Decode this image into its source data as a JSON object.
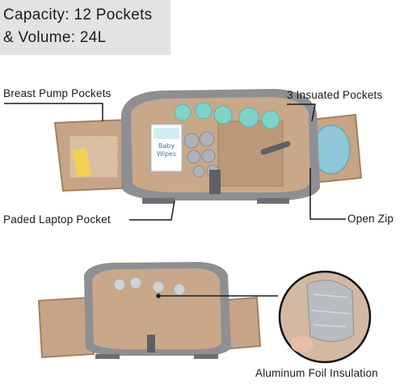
{
  "header": {
    "line1": "Capacity: 12 Pockets",
    "line2": "& Volume: 24L"
  },
  "labels": {
    "breast_pump": "Breast Pump Pockets",
    "insulated": "3 Insuated Pockets",
    "laptop": "Paded Laptop Pocket",
    "open_zip": "Open Zip",
    "foil": "Aluminum Foil Insulation"
  },
  "package_text": {
    "line1": "Baby",
    "line2": "Wipes"
  },
  "colors": {
    "tan_lining": "#c9a88a",
    "grey_shell": "#8d8f93",
    "teal_bottles": "#7fd3c9",
    "foil": "#b9bcc1"
  }
}
